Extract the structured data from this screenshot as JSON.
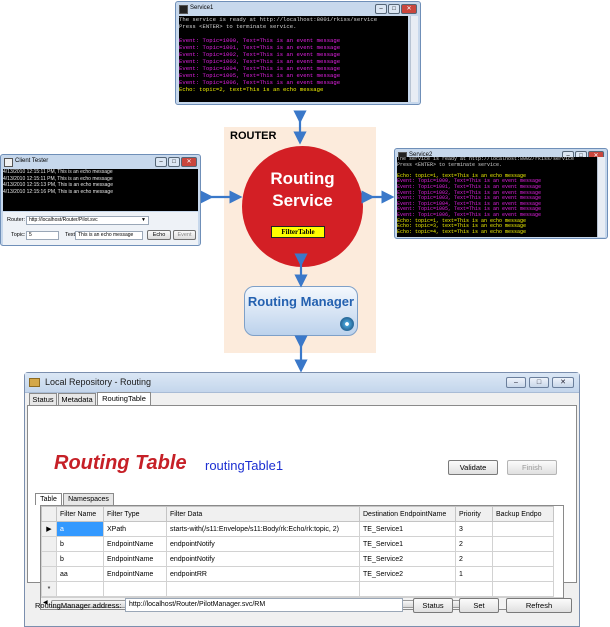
{
  "service1": {
    "title": "Service1",
    "lines": [
      {
        "text": "The service is ready at http://localhost:8001/rkiss/service",
        "color": "w"
      },
      {
        "text": "Press <ENTER> to terminate service.",
        "color": "w"
      },
      {
        "text": "",
        "color": "w"
      },
      {
        "text": "Event: Topic=1000, Text=This is an event message",
        "color": "m"
      },
      {
        "text": "Event: Topic=1001, Text=This is an event message",
        "color": "m"
      },
      {
        "text": "Event: Topic=1002, Text=This is an event message",
        "color": "m"
      },
      {
        "text": "Event: Topic=1003, Text=This is an event message",
        "color": "m"
      },
      {
        "text": "Event: Topic=1004, Text=This is an event message",
        "color": "m"
      },
      {
        "text": "Event: Topic=1005, Text=This is an event message",
        "color": "m"
      },
      {
        "text": "Event: Topic=1006, Text=This is an event message",
        "color": "m"
      },
      {
        "text": "Echo: topic=2, text=This is an echo message",
        "color": "y"
      }
    ]
  },
  "service2": {
    "title": "Service2",
    "lines": [
      {
        "text": "The service is ready at http://localhost:8002/rkiss/service",
        "color": "w"
      },
      {
        "text": "Press <ENTER> to terminate service.",
        "color": "w"
      },
      {
        "text": "",
        "color": "w"
      },
      {
        "text": "Echo: topic=1, text=This is an echo message",
        "color": "y"
      },
      {
        "text": "Event: Topic=1000, Text=This is an event message",
        "color": "m"
      },
      {
        "text": "Event: Topic=1001, Text=This is an event message",
        "color": "m"
      },
      {
        "text": "Event: Topic=1002, Text=This is an event message",
        "color": "m"
      },
      {
        "text": "Event: Topic=1003, Text=This is an event message",
        "color": "m"
      },
      {
        "text": "Event: Topic=1004, Text=This is an event message",
        "color": "m"
      },
      {
        "text": "Event: Topic=1005, Text=This is an event message",
        "color": "m"
      },
      {
        "text": "Event: Topic=1006, Text=This is an event message",
        "color": "m"
      },
      {
        "text": "Echo: topic=1, text=This is an echo message",
        "color": "y"
      },
      {
        "text": "Echo: topic=3, text=This is an echo message",
        "color": "y"
      },
      {
        "text": "Echo: topic=4, text=This is an echo message",
        "color": "y"
      }
    ]
  },
  "client_tester": {
    "title": "Client Tester",
    "log": [
      "4/13/2010 12:15:11 PM, This is an echo message",
      "4/13/2010 12:15:11 PM, This is an echo message",
      "4/13/2010 12:15:13 PM, This is an echo message",
      "4/13/2010 12:15:16 PM, This is an echo message"
    ],
    "router_label": "Router:",
    "router_value": "http://localhost/Router/Pilot.svc",
    "topic_label": "Topic:",
    "topic_value": "5",
    "text_label": "Text:",
    "text_value": "This is an echo message",
    "echo_button": "Echo",
    "event_button": "Event"
  },
  "router": {
    "label": "ROUTER",
    "service_title": "Routing Service",
    "filter_table": "FilterTable",
    "manager_title": "Routing Manager"
  },
  "app": {
    "title": "Local Repository - Routing",
    "window_buttons": {
      "minimize": "–",
      "maximize": "□",
      "close": "✕"
    },
    "tabs": [
      "Status",
      "Metadata",
      "RoutingTable"
    ],
    "heading": "Routing Table",
    "table_name": "routingTable1",
    "validate_button": "Validate",
    "finish_button": "Finish",
    "subtabs": [
      "Table",
      "Namespaces"
    ],
    "grid": {
      "columns": [
        "Filter Name",
        "Filter Type",
        "Filter Data",
        "Destination EndpointName",
        "Priority",
        "Backup Endpo"
      ],
      "rows": [
        [
          "a",
          "XPath",
          "starts-with(/s11:Envelope/s11:Body/rk:Echo/rk:topic, 2)",
          "TE_Service1",
          "3",
          ""
        ],
        [
          "b",
          "EndpointName",
          "endpointNotify",
          "TE_Service1",
          "2",
          ""
        ],
        [
          "b",
          "EndpointName",
          "endpointNotify",
          "TE_Service2",
          "2",
          ""
        ],
        [
          "aa",
          "EndpointName",
          "endpointRR",
          "TE_Service2",
          "1",
          ""
        ]
      ],
      "current_row_marker": "▶",
      "new_row_marker": "*",
      "scroll_thumb": "III"
    },
    "address_label": "RoutingManager address:",
    "address_value": "http://localhost/Router/PilotManager.svc/RM",
    "status_button": "Status",
    "set_button": "Set",
    "refresh_button": "Refresh"
  },
  "colors": {
    "routing_service": "#d31f25",
    "router_panel": "#fcebdc",
    "arrow": "#3a78c9",
    "heading": "#c62027",
    "table_name": "#1c2fd2",
    "filter_table": "#ffff00",
    "selection": "#3399ff"
  }
}
